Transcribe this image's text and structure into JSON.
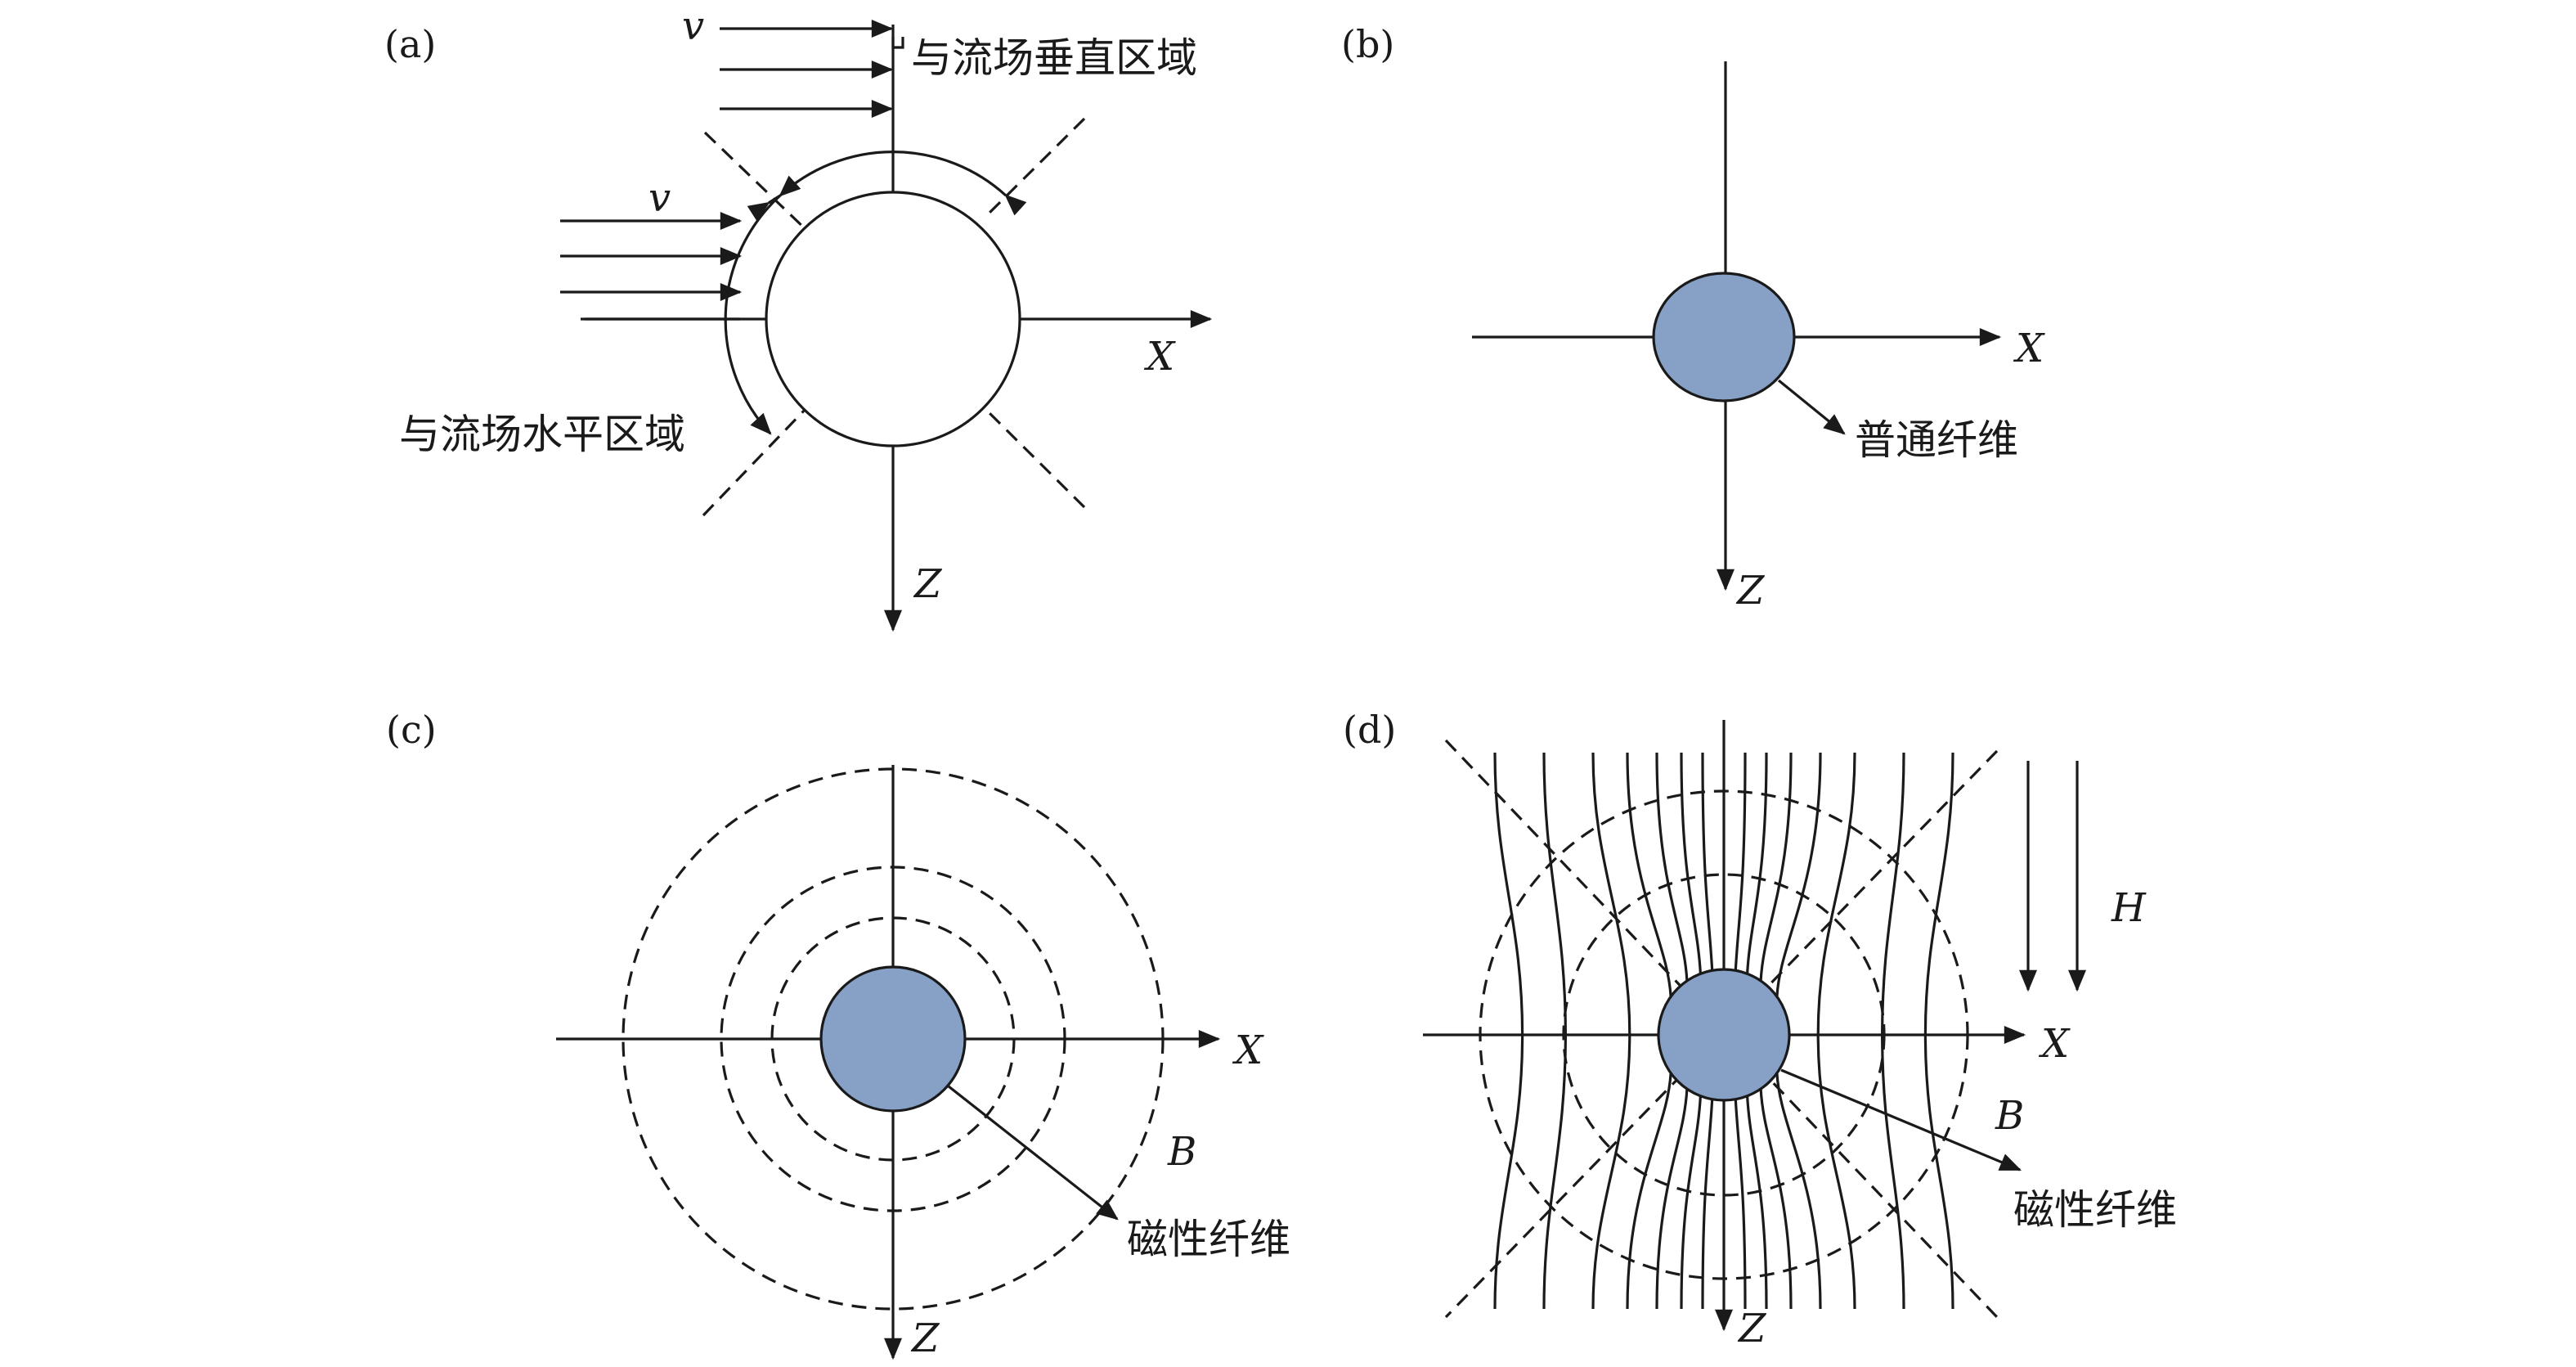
{
  "panels": {
    "a": {
      "label": "(a)",
      "axis_x": "X",
      "axis_z": "Z",
      "velocity_top": "v",
      "velocity_left": "v",
      "region_vertical": "与流场垂直区域",
      "region_horizontal": "与流场水平区域"
    },
    "b": {
      "label": "(b)",
      "axis_x": "X",
      "axis_z": "Z",
      "fiber": "普通纤维"
    },
    "c": {
      "label": "(c)",
      "axis_x": "X",
      "axis_z": "Z",
      "field": "B",
      "fiber": "磁性纤维"
    },
    "d": {
      "label": "(d)",
      "axis_x": "X",
      "axis_z": "Z",
      "field": "B",
      "magnetic_field": "H",
      "fiber": "磁性纤维"
    }
  },
  "colors": {
    "fiber_fill": "#87a0c6",
    "line": "#1a1a1a"
  }
}
